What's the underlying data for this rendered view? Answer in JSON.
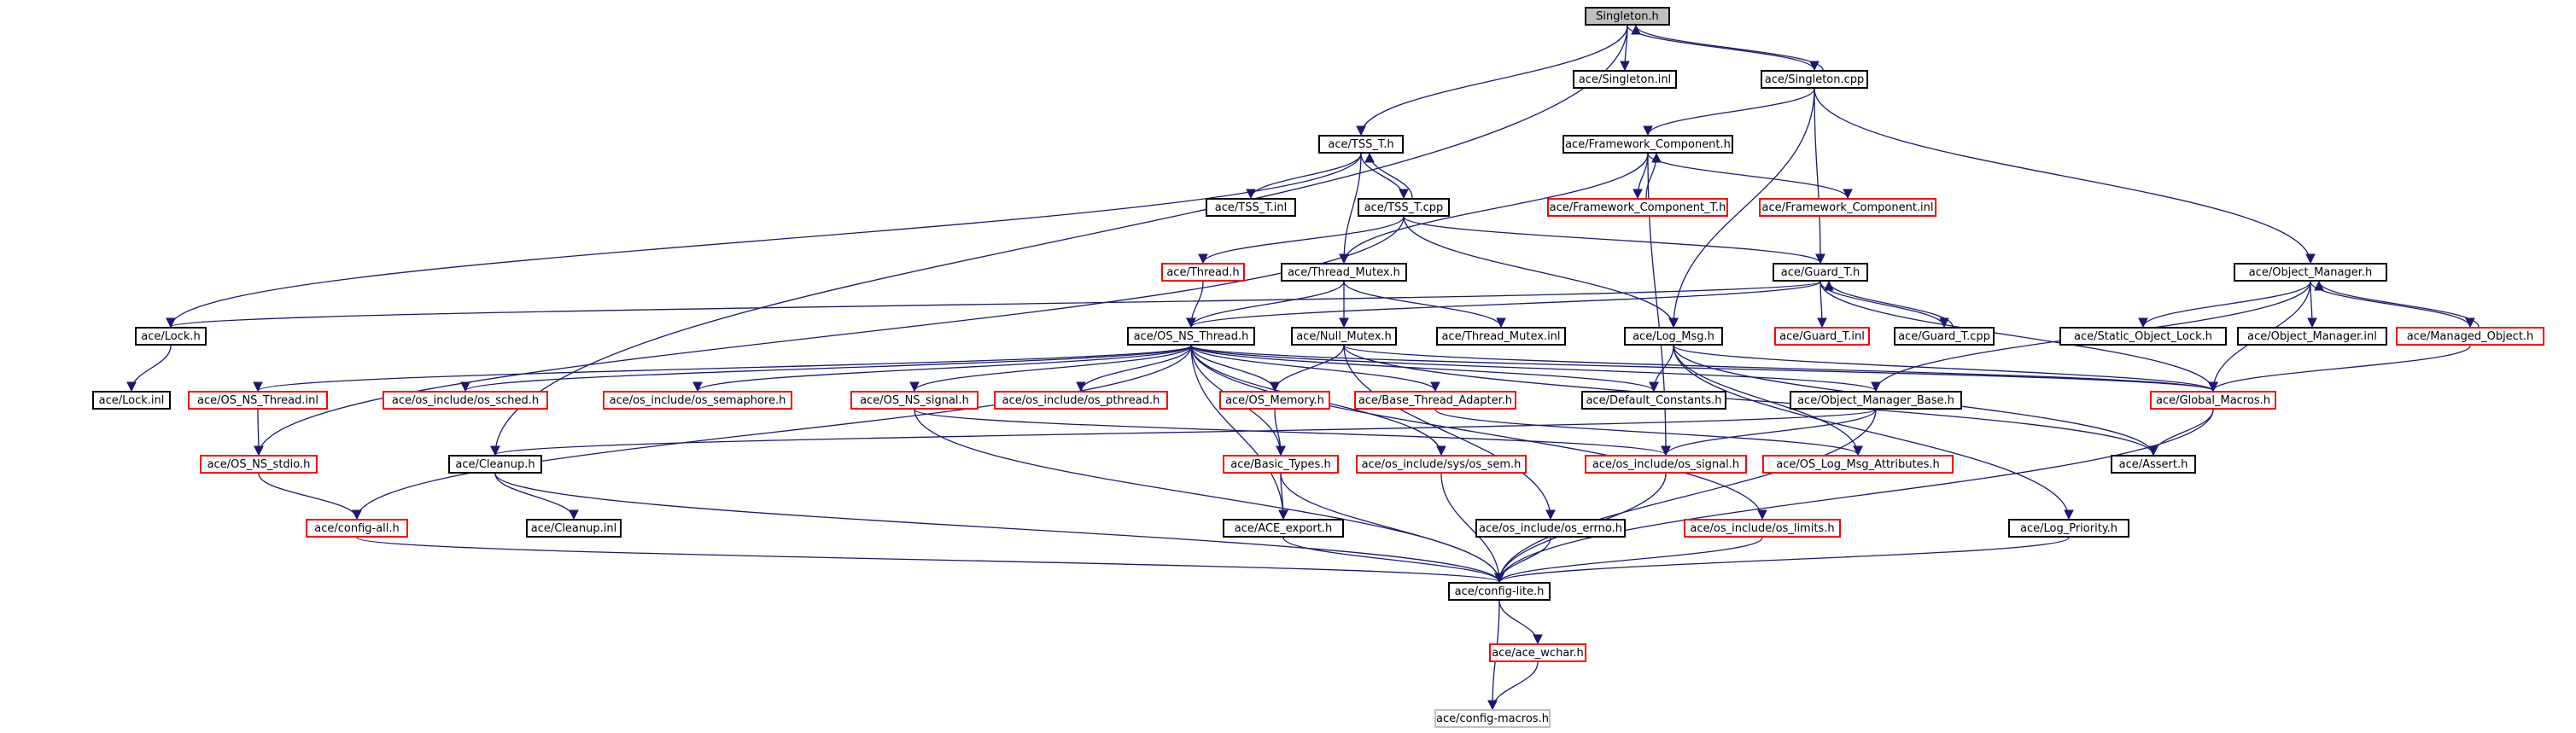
{
  "colors": {
    "edge": "#191970",
    "documented_border": "#000000",
    "undocumented_border": "#ff0000",
    "external_border": "#bfbfbf",
    "root_fill": "#bfbfbf"
  },
  "nodes": [
    {
      "id": "singleton_h",
      "label": "Singleton.h",
      "kind": "root"
    },
    {
      "id": "singleton_inl",
      "label": "ace/Singleton.inl",
      "kind": "documented"
    },
    {
      "id": "singleton_cpp",
      "label": "ace/Singleton.cpp",
      "kind": "documented"
    },
    {
      "id": "tss_t_h",
      "label": "ace/TSS_T.h",
      "kind": "documented"
    },
    {
      "id": "framework_component_h",
      "label": "ace/Framework_Component.h",
      "kind": "documented"
    },
    {
      "id": "tss_t_inl",
      "label": "ace/TSS_T.inl",
      "kind": "documented"
    },
    {
      "id": "tss_t_cpp",
      "label": "ace/TSS_T.cpp",
      "kind": "documented"
    },
    {
      "id": "framework_component_t_h",
      "label": "ace/Framework_Component_T.h",
      "kind": "undocumented"
    },
    {
      "id": "framework_component_inl",
      "label": "ace/Framework_Component.inl",
      "kind": "undocumented"
    },
    {
      "id": "thread_h",
      "label": "ace/Thread.h",
      "kind": "undocumented"
    },
    {
      "id": "thread_mutex_h",
      "label": "ace/Thread_Mutex.h",
      "kind": "documented"
    },
    {
      "id": "guard_t_h",
      "label": "ace/Guard_T.h",
      "kind": "documented"
    },
    {
      "id": "object_manager_h",
      "label": "ace/Object_Manager.h",
      "kind": "documented"
    },
    {
      "id": "lock_h",
      "label": "ace/Lock.h",
      "kind": "documented"
    },
    {
      "id": "os_ns_thread_h",
      "label": "ace/OS_NS_Thread.h",
      "kind": "documented"
    },
    {
      "id": "null_mutex_h",
      "label": "ace/Null_Mutex.h",
      "kind": "documented"
    },
    {
      "id": "thread_mutex_inl",
      "label": "ace/Thread_Mutex.inl",
      "kind": "documented"
    },
    {
      "id": "log_msg_h",
      "label": "ace/Log_Msg.h",
      "kind": "documented"
    },
    {
      "id": "guard_t_inl",
      "label": "ace/Guard_T.inl",
      "kind": "undocumented"
    },
    {
      "id": "guard_t_cpp",
      "label": "ace/Guard_T.cpp",
      "kind": "documented"
    },
    {
      "id": "static_object_lock_h",
      "label": "ace/Static_Object_Lock.h",
      "kind": "documented"
    },
    {
      "id": "object_manager_inl",
      "label": "ace/Object_Manager.inl",
      "kind": "documented"
    },
    {
      "id": "managed_object_h",
      "label": "ace/Managed_Object.h",
      "kind": "undocumented"
    },
    {
      "id": "lock_inl",
      "label": "ace/Lock.inl",
      "kind": "documented"
    },
    {
      "id": "os_ns_thread_inl",
      "label": "ace/OS_NS_Thread.inl",
      "kind": "undocumented"
    },
    {
      "id": "os_sched_h",
      "label": "ace/os_include/os_sched.h",
      "kind": "undocumented"
    },
    {
      "id": "os_semaphore_h",
      "label": "ace/os_include/os_semaphore.h",
      "kind": "undocumented"
    },
    {
      "id": "os_ns_signal_h",
      "label": "ace/OS_NS_signal.h",
      "kind": "undocumented"
    },
    {
      "id": "os_pthread_h",
      "label": "ace/os_include/os_pthread.h",
      "kind": "undocumented"
    },
    {
      "id": "os_memory_h",
      "label": "ace/OS_Memory.h",
      "kind": "undocumented"
    },
    {
      "id": "base_thread_adapter_h",
      "label": "ace/Base_Thread_Adapter.h",
      "kind": "undocumented"
    },
    {
      "id": "default_constants_h",
      "label": "ace/Default_Constants.h",
      "kind": "documented"
    },
    {
      "id": "object_manager_base_h",
      "label": "ace/Object_Manager_Base.h",
      "kind": "documented"
    },
    {
      "id": "global_macros_h",
      "label": "ace/Global_Macros.h",
      "kind": "undocumented"
    },
    {
      "id": "os_ns_stdio_h",
      "label": "ace/OS_NS_stdio.h",
      "kind": "undocumented"
    },
    {
      "id": "cleanup_h",
      "label": "ace/Cleanup.h",
      "kind": "documented"
    },
    {
      "id": "basic_types_h",
      "label": "ace/Basic_Types.h",
      "kind": "undocumented"
    },
    {
      "id": "os_sem_h",
      "label": "ace/os_include/sys/os_sem.h",
      "kind": "undocumented"
    },
    {
      "id": "os_signal_h",
      "label": "ace/os_include/os_signal.h",
      "kind": "undocumented"
    },
    {
      "id": "os_log_msg_attributes_h",
      "label": "ace/OS_Log_Msg_Attributes.h",
      "kind": "undocumented"
    },
    {
      "id": "assert_h",
      "label": "ace/Assert.h",
      "kind": "documented"
    },
    {
      "id": "config_all_h",
      "label": "ace/config-all.h",
      "kind": "undocumented"
    },
    {
      "id": "cleanup_inl",
      "label": "ace/Cleanup.inl",
      "kind": "documented"
    },
    {
      "id": "ace_export_h",
      "label": "ace/ACE_export.h",
      "kind": "documented"
    },
    {
      "id": "os_errno_h",
      "label": "ace/os_include/os_errno.h",
      "kind": "documented"
    },
    {
      "id": "os_limits_h",
      "label": "ace/os_include/os_limits.h",
      "kind": "undocumented"
    },
    {
      "id": "log_priority_h",
      "label": "ace/Log_Priority.h",
      "kind": "documented"
    },
    {
      "id": "config_lite_h",
      "label": "ace/config-lite.h",
      "kind": "documented"
    },
    {
      "id": "ace_wchar_h",
      "label": "ace/ace_wchar.h",
      "kind": "undocumented"
    },
    {
      "id": "config_macros_h",
      "label": "ace/config-macros.h",
      "kind": "external"
    }
  ]
}
